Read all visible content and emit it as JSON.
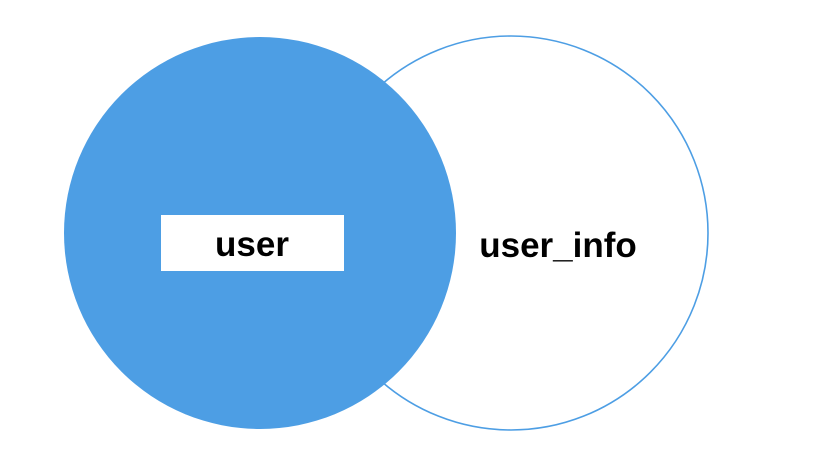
{
  "page": {
    "background_color": "#ffffff"
  },
  "venn": {
    "type": "venn-diagram",
    "accent_color": "#4d9ee4",
    "text_color": "#000000",
    "label_box_color": "#ffffff",
    "sets": [
      {
        "label": "user",
        "style": "filled",
        "fill_color": "#4d9ee4"
      },
      {
        "label": "user_info",
        "style": "outlined",
        "stroke_color": "#4d9ee4"
      }
    ]
  }
}
